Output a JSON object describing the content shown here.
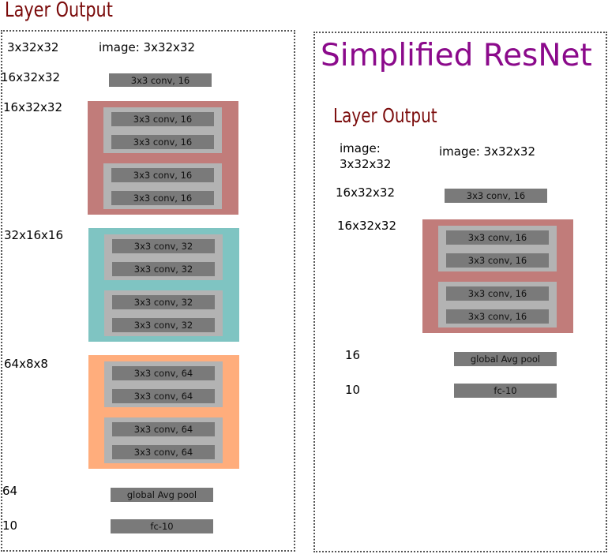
{
  "left": {
    "header": "Layer Output",
    "rows": {
      "image_out": "3x32x32",
      "image": "image: 3x32x32",
      "conv_out": "16x32x32",
      "conv": "3x3 conv, 16",
      "g1_out": "16x32x32",
      "g2_out": "32x16x16",
      "g3_out": "64x8x8",
      "pool_out": "64",
      "pool": "global Avg pool",
      "fc_out": "10",
      "fc": "fc-10"
    },
    "groups": [
      {
        "color": "#c17c7a",
        "blocks": [
          [
            "3x3 conv, 16",
            "3x3 conv, 16"
          ],
          [
            "3x3 conv, 16",
            "3x3 conv, 16"
          ]
        ]
      },
      {
        "color": "#7fc4c2",
        "blocks": [
          [
            "3x3 conv, 32",
            "3x3 conv, 32"
          ],
          [
            "3x3 conv, 32",
            "3x3 conv, 32"
          ]
        ]
      },
      {
        "color": "#ffad7c",
        "blocks": [
          [
            "3x3 conv, 64",
            "3x3 conv, 64"
          ],
          [
            "3x3 conv, 64",
            "3x3 conv, 64"
          ]
        ]
      }
    ]
  },
  "right": {
    "title": "Simplified ResNet",
    "header": "Layer Output",
    "rows": {
      "image_out_1": "image:",
      "image_out_2": "3x32x32",
      "image": "image: 3x32x32",
      "conv_out": "16x32x32",
      "conv": "3x3 conv, 16",
      "g1_out": "16x32x32",
      "pool_out": "16",
      "pool": "global Avg pool",
      "fc_out": "10",
      "fc": "fc-10"
    },
    "groups": [
      {
        "color": "#c17c7a",
        "blocks": [
          [
            "3x3 conv, 16",
            "3x3 conv, 16"
          ],
          [
            "3x3 conv, 16",
            "3x3 conv, 16"
          ]
        ]
      }
    ]
  }
}
